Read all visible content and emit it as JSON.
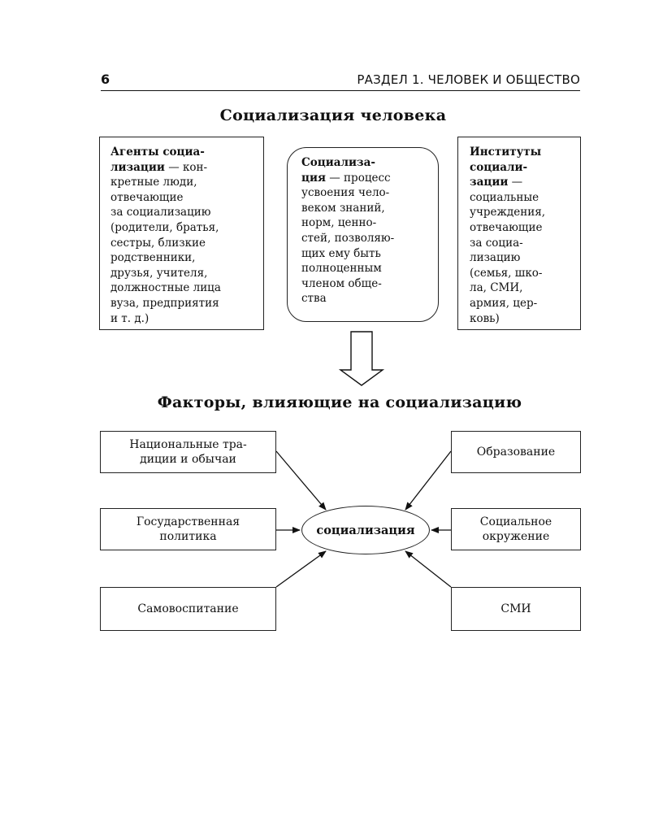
{
  "header": {
    "page_number": "6",
    "running_head": "РАЗДЕЛ 1. ЧЕЛОВЕК И ОБЩЕСТВО"
  },
  "section1": {
    "title": "Социализация человека",
    "agents": {
      "term": "Агенты социа-\nлизации",
      "text": " — кон-\nкретные люди,\nотвечающие\nза социализацию\n(родители, братья,\nсестры, близкие\nродственники,\nдрузья, учителя,\nдолжностные лица\nвуза, предприятия\nи т. д.)"
    },
    "definition": {
      "term": "Социализа-\nция",
      "text": " — процесс\nусвоения чело-\nвеком знаний,\nнорм, ценно-\nстей, позволяю-\nщих ему быть\nполноценным\nчленом обще-\nства"
    },
    "institutes": {
      "term": "Институты\nсоциали-\nзации",
      "text": " —\nсоциальные\nучреждения,\nотвечающие\nза социа-\nлизацию\n(семья, шко-\nла, СМИ,\nармия, цер-\nковь)"
    }
  },
  "section2": {
    "title": "Факторы, влияющие на социализацию",
    "center": "социализация",
    "factors": {
      "traditions": "Национальные тра-\nдиции и обычаи",
      "education": "Образование",
      "politics": "Государственная\nполитика",
      "environment": "Социальное\nокружение",
      "selfeducation": "Самовоспитание",
      "media": "СМИ"
    }
  },
  "colors": {
    "ink": "#111111",
    "paper": "#ffffff"
  }
}
